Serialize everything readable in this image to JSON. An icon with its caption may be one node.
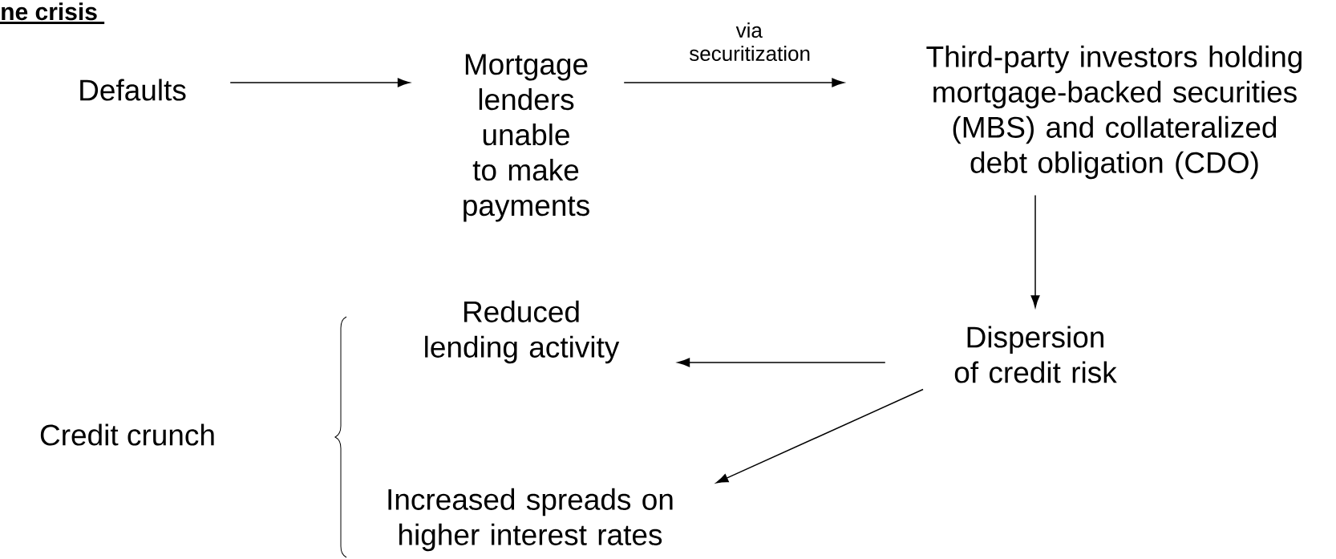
{
  "diagram": {
    "title": "ne crisis",
    "nodes": [
      {
        "text": [
          "Defaults"
        ]
      },
      {
        "text": [
          "Mortgage lenders unable to make payments"
        ]
      },
      {
        "text": [
          "Third-party investors holding mortgage-backed securities (MBS) and collateralized debt obligation (CDO)"
        ]
      },
      {
        "text": [
          "Dispersion of credit risk"
        ]
      },
      {
        "text": [
          "Reduced lending activity"
        ]
      },
      {
        "text": [
          "Increased spreads on higher interest rates"
        ]
      }
    ],
    "edges": [
      {
        "from": 0,
        "to": 1,
        "arrow": "to"
      },
      {
        "from": 1,
        "to": 2,
        "arrow": "to",
        "label": "via securitization"
      },
      {
        "from": 2,
        "to": 3,
        "arrow": "to"
      },
      {
        "from": 3,
        "to": 4,
        "arrow": "to"
      },
      {
        "from": 3,
        "to": 5,
        "arrow": "to"
      }
    ],
    "labels": [
      "Credit crunch"
    ]
  }
}
